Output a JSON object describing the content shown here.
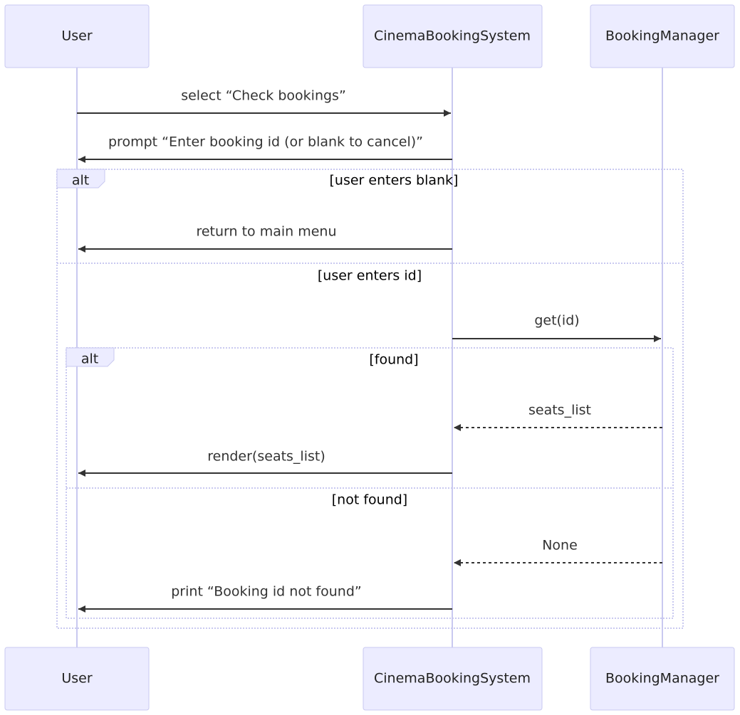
{
  "participants": [
    {
      "id": "user",
      "label": "User"
    },
    {
      "id": "cbs",
      "label": "CinemaBookingSystem"
    },
    {
      "id": "bm",
      "label": "BookingManager"
    }
  ],
  "messages": [
    {
      "from": "user",
      "to": "cbs",
      "label": "select “Check bookings”",
      "style": "solid"
    },
    {
      "from": "cbs",
      "to": "user",
      "label": "prompt “Enter booking id (or blank to cancel)”",
      "style": "solid"
    },
    {
      "from": "cbs",
      "to": "user",
      "label": "return to main menu",
      "style": "solid"
    },
    {
      "from": "cbs",
      "to": "bm",
      "label": "get(id)",
      "style": "solid"
    },
    {
      "from": "bm",
      "to": "cbs",
      "label": "seats_list",
      "style": "dashed"
    },
    {
      "from": "cbs",
      "to": "user",
      "label": "render(seats_list)",
      "style": "solid"
    },
    {
      "from": "bm",
      "to": "cbs",
      "label": "None",
      "style": "dashed"
    },
    {
      "from": "cbs",
      "to": "user",
      "label": "print “Booking id not found”",
      "style": "solid"
    }
  ],
  "fragments": [
    {
      "keyword": "alt",
      "sections": [
        {
          "condition": "[user enters blank]"
        },
        {
          "condition": "[user enters id]"
        }
      ]
    },
    {
      "keyword": "alt",
      "sections": [
        {
          "condition": "[found]"
        },
        {
          "condition": "[not found]"
        }
      ]
    }
  ],
  "colors": {
    "actor_fill": "#ececff",
    "actor_border": "#c9c9f0",
    "line": "#333333"
  }
}
